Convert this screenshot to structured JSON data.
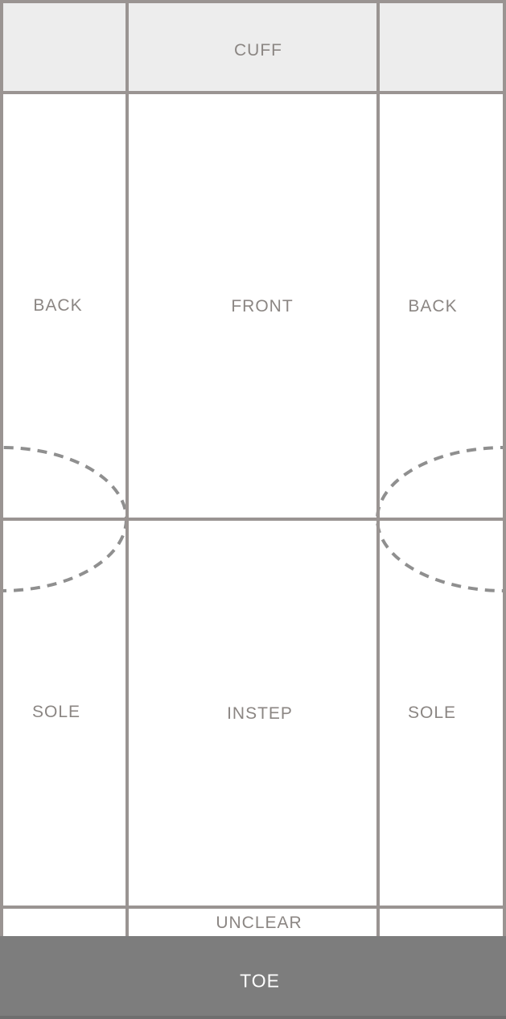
{
  "diagram": {
    "labels": {
      "cuff": "CUFF",
      "back_left": "BACK",
      "front": "FRONT",
      "back_right": "BACK",
      "sole_left": "SOLE",
      "instep": "INSTEP",
      "sole_right": "SOLE",
      "unclear": "UNCLEAR",
      "toe": "TOE"
    },
    "colors": {
      "cuff_band_fill": "#ededed",
      "toe_band_fill": "#7d7d7d",
      "toe_band_bottom_edge": "#6f6f6f",
      "grid_line": "#9a9492",
      "heel_dash": "#8f8f8f",
      "label_text": "#8b8683",
      "toe_text": "#ffffff",
      "background": "#ffffff"
    }
  }
}
